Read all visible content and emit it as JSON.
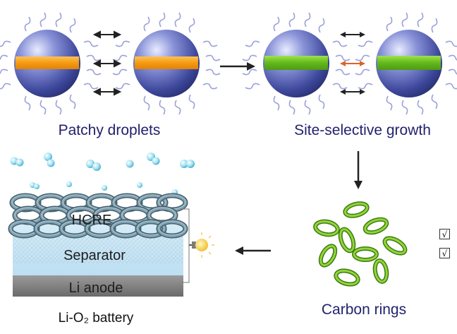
{
  "labels": {
    "patchy": "Patchy droplets",
    "growth": "Site-selective growth",
    "carbon": "Carbon rings",
    "battery": "Li-O₂ battery",
    "hcre": "HCRE",
    "separator": "Separator",
    "anode": "Li anode"
  },
  "checkboxes": [
    "√",
    "√"
  ],
  "colors": {
    "droplet": "#4a55b0",
    "patch_orange": "#f2a020",
    "patch_green": "#6cc020",
    "ring_green": "#7dc42a",
    "ring_grey": "#4e6a78",
    "arrow_black": "#222222",
    "arrow_orange": "#e0622a",
    "text_blue": "#22226e"
  },
  "icons": [
    "bulb-icon",
    "oxygen-bubble-icon"
  ]
}
